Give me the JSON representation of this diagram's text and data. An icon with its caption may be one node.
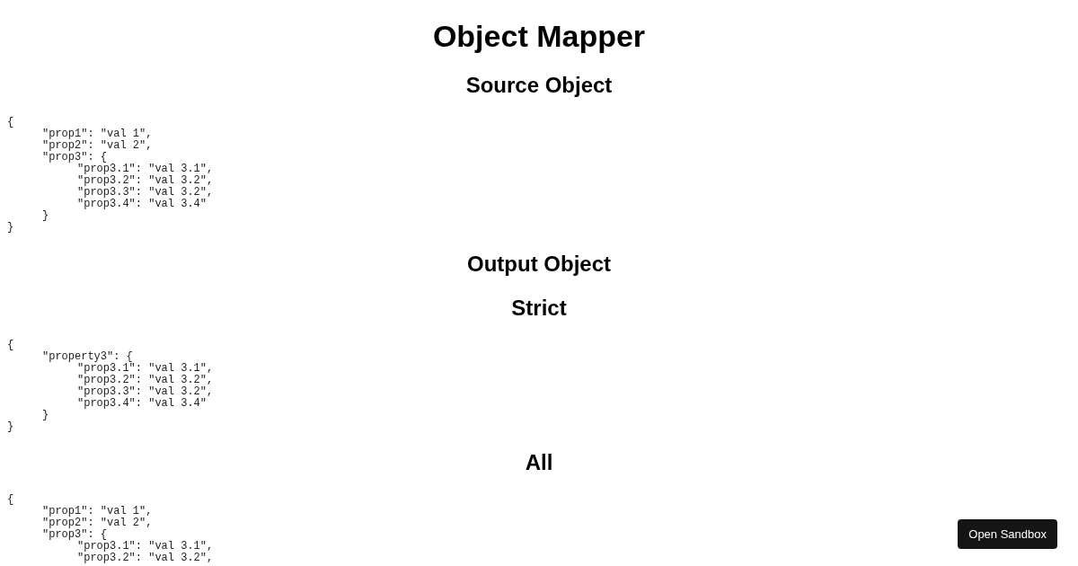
{
  "diagram": {
    "title": "Object Mapper",
    "labels": [
      "Source Object",
      "{",
      "\"prop1\": \"val 1\",",
      "\"prop2\": \"val 2\",",
      "\"prop3\": {",
      "\"prop3.1\": \"val 3.1\",",
      "\"prop3.2\": \"val 3.2\",",
      "\"prop3.3\": \"val 3.2\",",
      "\"prop3.4\": \"val 3.4\"",
      "}",
      "}",
      "Output Object",
      "Strict",
      "{",
      "\"property3\": {",
      "\"prop3.1\": \"val 3.1\",",
      "\"prop3.2\": \"val 3.2\",",
      "\"prop3.3\": \"val 3.2\",",
      "\"prop3.4\": \"val 3.4\"",
      "}",
      "}",
      "All",
      "{",
      "\"prop1\": \"val 1\",",
      "\"prop2\": \"val 2\",",
      "\"prop3\": {",
      "\"prop3.1\": \"val 3.1\",",
      "\"prop3.2\": \"val 3.2\",",
      "Open Sandbox"
    ]
  }
}
